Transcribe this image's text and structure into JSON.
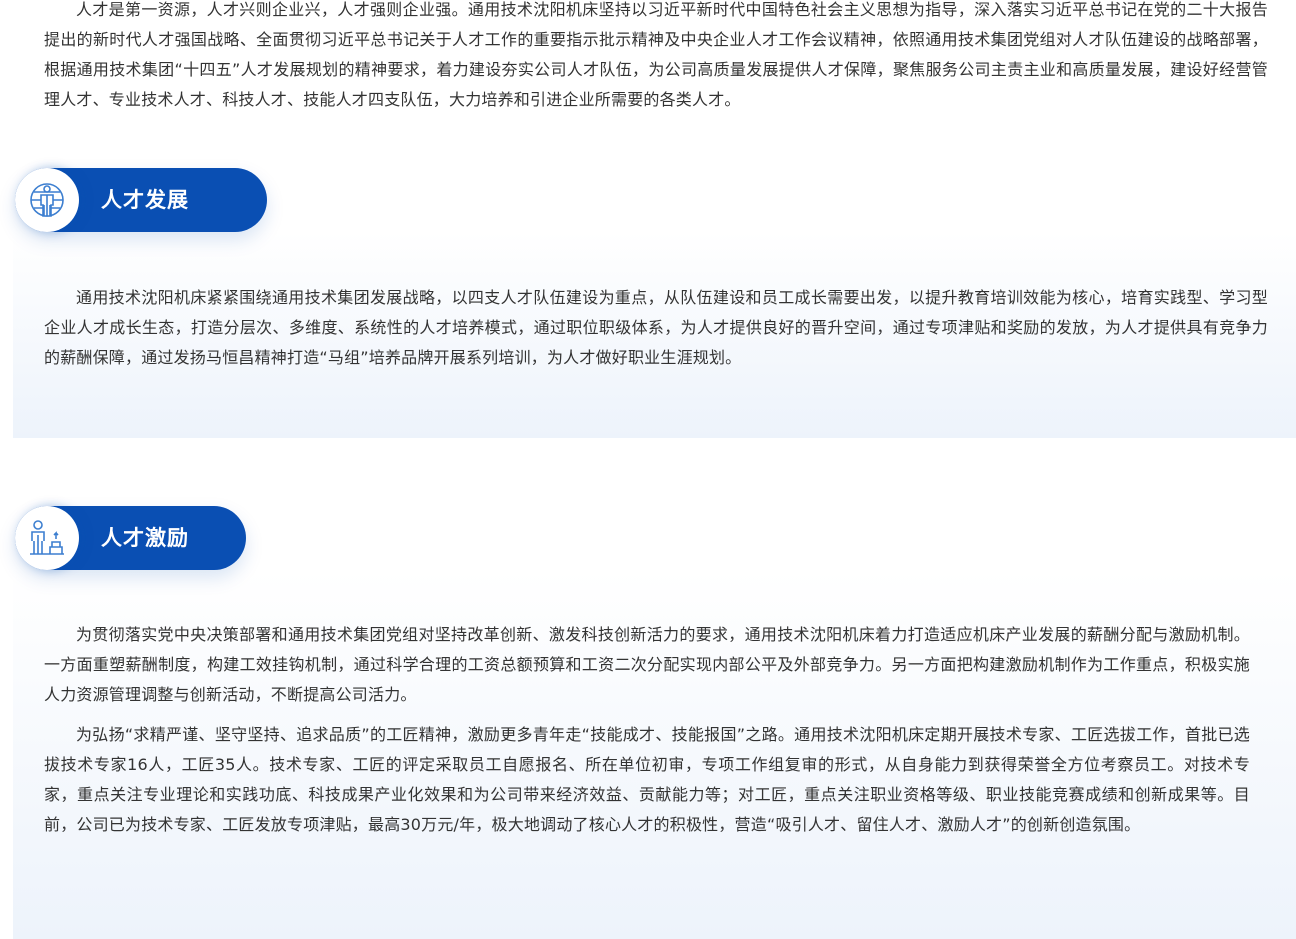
{
  "intro": "人才是第一资源，人才兴则企业兴，人才强则企业强。通用技术沈阳机床坚持以习近平新时代中国特色社会主义思想为指导，深入落实习近平总书记在党的二十大报告提出的新时代人才强国战略、全面贯彻习近平总书记关于人才工作的重要指示批示精神及中央企业人才工作会议精神，依照通用技术集团党组对人才队伍建设的战略部署，根据通用技术集团“十四五”人才发展规划的精神要求，着力建设夯实公司人才队伍，为公司高质量发展提供人才保障，聚焦服务公司主责主业和高质量发展，建设好经营管理人才、专业技术人才、科技人才、技能人才四支队伍，大力培养和引进企业所需要的各类人才。",
  "sections": [
    {
      "title": "人才发展",
      "icon": "globe-person-icon",
      "paragraphs": [
        "通用技术沈阳机床紧紧围绕通用技术集团发展战略，以四支人才队伍建设为重点，从队伍建设和员工成长需要出发，以提升教育培训效能为核心，培育实践型、学习型企业人才成长生态，打造分层次、多维度、系统性的人才培养模式，通过职位职级体系，为人才提供良好的晋升空间，通过专项津贴和奖励的发放，为人才提供具有竞争力的薪酬保障，通过发扬马恒昌精神打造“马组”培养品牌开展系列培训，为人才做好职业生涯规划。"
      ]
    },
    {
      "title": "人才激励",
      "icon": "person-podium-icon",
      "paragraphs": [
        "为贯彻落实党中央决策部署和通用技术集团党组对坚持改革创新、激发科技创新活力的要求，通用技术沈阳机床着力打造适应机床产业发展的薪酬分配与激励机制。一方面重塑薪酬制度，构建工效挂钩机制，通过科学合理的工资总额预算和工资二次分配实现内部公平及外部竞争力。另一方面把构建激励机制作为工作重点，积极实施人力资源管理调整与创新活动，不断提高公司活力。",
        "为弘扬“求精严谨、坚守坚持、追求品质”的工匠精神，激励更多青年走“技能成才、技能报国”之路。通用技术沈阳机床定期开展技术专家、工匠选拔工作，首批已选拔技术专家16人，工匠35人。技术专家、工匠的评定采取员工自愿报名、所在单位初审，专项工作组复审的形式，从自身能力到获得荣誉全方位考察员工。对技术专家，重点关注专业理论和实践功底、科技成果产业化效果和为公司带来经济效益、贡献能力等；对工匠，重点关注职业资格等级、职业技能竞赛成绩和创新成果等。目前，公司已为技术专家、工匠发放专项津贴，最高30万元/年，极大地调动了核心人才的积极性，营造“吸引人才、留住人才、激励人才”的创新创造氛围。"
      ]
    }
  ],
  "colors": {
    "accent": "#0a4fb3",
    "panel": "#edf3fb",
    "icon": "#3d7fd0"
  }
}
